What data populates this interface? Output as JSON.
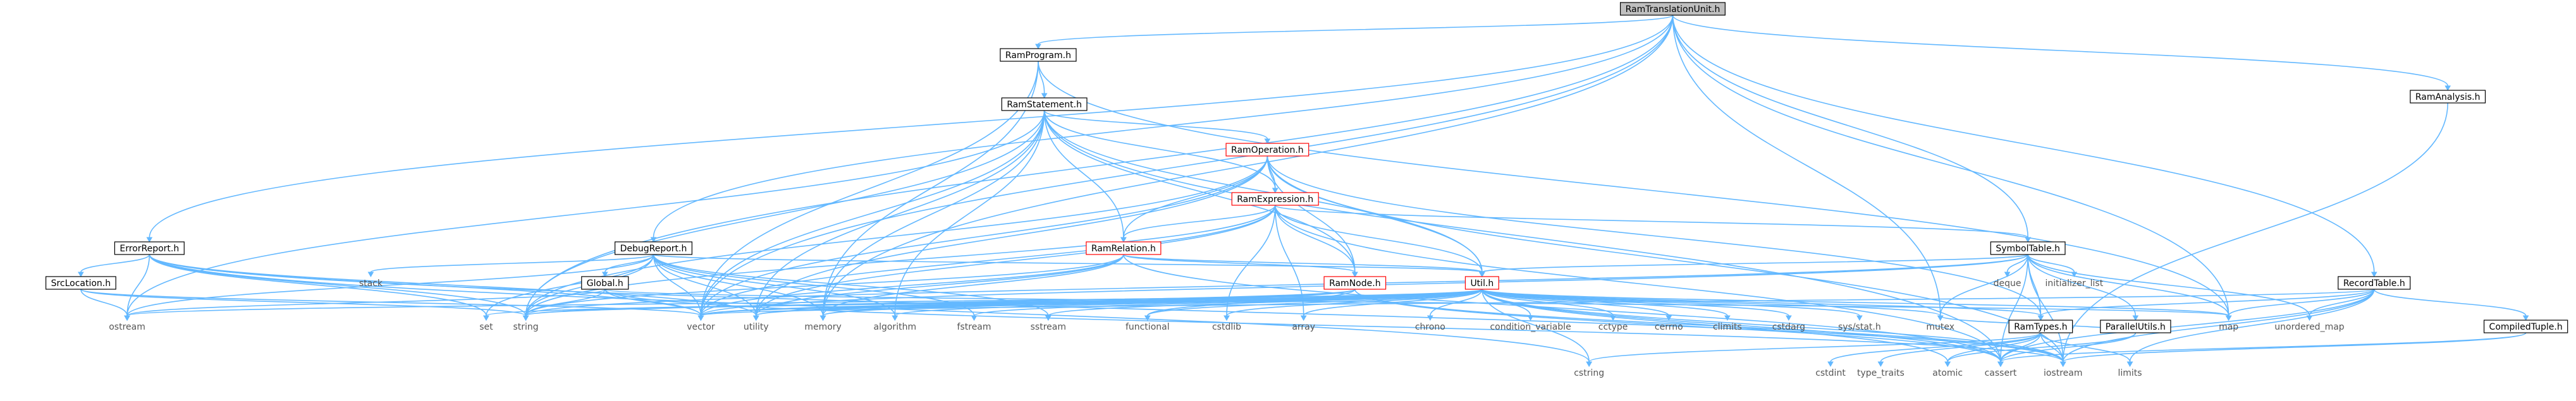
{
  "graph": {
    "nodes": [
      {
        "id": "root",
        "label": "RamTranslationUnit.h",
        "kind": "root"
      },
      {
        "id": "prog",
        "label": "RamProgram.h",
        "kind": "box"
      },
      {
        "id": "err",
        "label": "ErrorReport.h",
        "kind": "box"
      },
      {
        "id": "dbg",
        "label": "DebugReport.h",
        "kind": "box"
      },
      {
        "id": "sym",
        "label": "SymbolTable.h",
        "kind": "box"
      },
      {
        "id": "rec",
        "label": "RecordTable.h",
        "kind": "box"
      },
      {
        "id": "ana",
        "label": "RamAnalysis.h",
        "kind": "box"
      },
      {
        "id": "stmt",
        "label": "RamStatement.h",
        "kind": "box"
      },
      {
        "id": "op",
        "label": "RamOperation.h",
        "kind": "red"
      },
      {
        "id": "expr",
        "label": "RamExpression.h",
        "kind": "red"
      },
      {
        "id": "rel",
        "label": "RamRelation.h",
        "kind": "red"
      },
      {
        "id": "node",
        "label": "RamNode.h",
        "kind": "red"
      },
      {
        "id": "util",
        "label": "Util.h",
        "kind": "red"
      },
      {
        "id": "srcloc",
        "label": "SrcLocation.h",
        "kind": "box"
      },
      {
        "id": "glob",
        "label": "Global.h",
        "kind": "box"
      },
      {
        "id": "types",
        "label": "RamTypes.h",
        "kind": "box"
      },
      {
        "id": "par",
        "label": "ParallelUtils.h",
        "kind": "box"
      },
      {
        "id": "comp",
        "label": "CompiledTuple.h",
        "kind": "box"
      },
      {
        "id": "stack",
        "label": "stack",
        "kind": "sys"
      },
      {
        "id": "deque",
        "label": "deque",
        "kind": "sys"
      },
      {
        "id": "initl",
        "label": "initializer_list",
        "kind": "sys"
      },
      {
        "id": "ostream",
        "label": "ostream",
        "kind": "sys"
      },
      {
        "id": "set",
        "label": "set",
        "kind": "sys"
      },
      {
        "id": "string",
        "label": "string",
        "kind": "sys"
      },
      {
        "id": "vector",
        "label": "vector",
        "kind": "sys"
      },
      {
        "id": "utility",
        "label": "utility",
        "kind": "sys"
      },
      {
        "id": "memory",
        "label": "memory",
        "kind": "sys"
      },
      {
        "id": "algorithm",
        "label": "algorithm",
        "kind": "sys"
      },
      {
        "id": "fstream",
        "label": "fstream",
        "kind": "sys"
      },
      {
        "id": "sstream",
        "label": "sstream",
        "kind": "sys"
      },
      {
        "id": "functional",
        "label": "functional",
        "kind": "sys"
      },
      {
        "id": "cstdlib",
        "label": "cstdlib",
        "kind": "sys"
      },
      {
        "id": "array",
        "label": "array",
        "kind": "sys"
      },
      {
        "id": "chrono",
        "label": "chrono",
        "kind": "sys"
      },
      {
        "id": "condvar",
        "label": "condition_variable",
        "kind": "sys"
      },
      {
        "id": "cctype",
        "label": "cctype",
        "kind": "sys"
      },
      {
        "id": "cerrno",
        "label": "cerrno",
        "kind": "sys"
      },
      {
        "id": "climits",
        "label": "climits",
        "kind": "sys"
      },
      {
        "id": "cstdarg",
        "label": "cstdarg",
        "kind": "sys"
      },
      {
        "id": "sysstat",
        "label": "sys/stat.h",
        "kind": "sys"
      },
      {
        "id": "mutex",
        "label": "mutex",
        "kind": "sys"
      },
      {
        "id": "map",
        "label": "map",
        "kind": "sys"
      },
      {
        "id": "umap",
        "label": "unordered_map",
        "kind": "sys"
      },
      {
        "id": "cstring",
        "label": "cstring",
        "kind": "sys"
      },
      {
        "id": "cstdint",
        "label": "cstdint",
        "kind": "sys"
      },
      {
        "id": "typetraits",
        "label": "type_traits",
        "kind": "sys"
      },
      {
        "id": "atomic",
        "label": "atomic",
        "kind": "sys"
      },
      {
        "id": "cassert",
        "label": "cassert",
        "kind": "sys"
      },
      {
        "id": "iostream",
        "label": "iostream",
        "kind": "sys"
      },
      {
        "id": "limits",
        "label": "limits",
        "kind": "sys"
      }
    ],
    "edges": [
      [
        "root",
        "prog"
      ],
      [
        "root",
        "err"
      ],
      [
        "root",
        "dbg"
      ],
      [
        "root",
        "sym"
      ],
      [
        "root",
        "rec"
      ],
      [
        "root",
        "ana"
      ],
      [
        "root",
        "memory"
      ],
      [
        "root",
        "map"
      ],
      [
        "root",
        "mutex"
      ],
      [
        "root",
        "vector"
      ],
      [
        "root",
        "string"
      ],
      [
        "prog",
        "stmt"
      ],
      [
        "prog",
        "vector"
      ],
      [
        "prog",
        "memory"
      ],
      [
        "prog",
        "map"
      ],
      [
        "stmt",
        "op"
      ],
      [
        "stmt",
        "expr"
      ],
      [
        "stmt",
        "rel"
      ],
      [
        "stmt",
        "node"
      ],
      [
        "stmt",
        "util"
      ],
      [
        "stmt",
        "ostream"
      ],
      [
        "stmt",
        "vector"
      ],
      [
        "stmt",
        "utility"
      ],
      [
        "stmt",
        "memory"
      ],
      [
        "stmt",
        "algorithm"
      ],
      [
        "stmt",
        "cassert"
      ],
      [
        "stmt",
        "string"
      ],
      [
        "op",
        "expr"
      ],
      [
        "op",
        "rel"
      ],
      [
        "op",
        "node"
      ],
      [
        "op",
        "util"
      ],
      [
        "op",
        "types"
      ],
      [
        "op",
        "vector"
      ],
      [
        "op",
        "utility"
      ],
      [
        "op",
        "string"
      ],
      [
        "op",
        "iostream"
      ],
      [
        "expr",
        "rel"
      ],
      [
        "expr",
        "node"
      ],
      [
        "expr",
        "util"
      ],
      [
        "expr",
        "sym"
      ],
      [
        "expr",
        "vector"
      ],
      [
        "expr",
        "string"
      ],
      [
        "expr",
        "cassert"
      ],
      [
        "expr",
        "utility"
      ],
      [
        "expr",
        "array"
      ],
      [
        "expr",
        "cstdlib"
      ],
      [
        "rel",
        "node"
      ],
      [
        "rel",
        "util"
      ],
      [
        "rel",
        "string"
      ],
      [
        "rel",
        "vector"
      ],
      [
        "rel",
        "memory"
      ],
      [
        "rel",
        "utility"
      ],
      [
        "rel",
        "cassert"
      ],
      [
        "node",
        "vector"
      ],
      [
        "node",
        "string"
      ],
      [
        "node",
        "utility"
      ],
      [
        "node",
        "memory"
      ],
      [
        "node",
        "functional"
      ],
      [
        "node",
        "cassert"
      ],
      [
        "node",
        "iostream"
      ],
      [
        "util",
        "ostream"
      ],
      [
        "util",
        "set"
      ],
      [
        "util",
        "string"
      ],
      [
        "util",
        "vector"
      ],
      [
        "util",
        "utility"
      ],
      [
        "util",
        "memory"
      ],
      [
        "util",
        "algorithm"
      ],
      [
        "util",
        "fstream"
      ],
      [
        "util",
        "sstream"
      ],
      [
        "util",
        "functional"
      ],
      [
        "util",
        "cstdlib"
      ],
      [
        "util",
        "array"
      ],
      [
        "util",
        "chrono"
      ],
      [
        "util",
        "condvar"
      ],
      [
        "util",
        "cctype"
      ],
      [
        "util",
        "cerrno"
      ],
      [
        "util",
        "climits"
      ],
      [
        "util",
        "cstdarg"
      ],
      [
        "util",
        "sysstat"
      ],
      [
        "util",
        "mutex"
      ],
      [
        "util",
        "map"
      ],
      [
        "util",
        "types"
      ],
      [
        "util",
        "iostream"
      ],
      [
        "util",
        "cassert"
      ],
      [
        "util",
        "cstring"
      ],
      [
        "util",
        "atomic"
      ],
      [
        "err",
        "srcloc"
      ],
      [
        "err",
        "ostream"
      ],
      [
        "err",
        "set"
      ],
      [
        "err",
        "string"
      ],
      [
        "err",
        "vector"
      ],
      [
        "err",
        "utility"
      ],
      [
        "err",
        "iostream"
      ],
      [
        "err",
        "cstring"
      ],
      [
        "srcloc",
        "ostream"
      ],
      [
        "srcloc",
        "string"
      ],
      [
        "srcloc",
        "vector"
      ],
      [
        "dbg",
        "stack"
      ],
      [
        "dbg",
        "glob"
      ],
      [
        "dbg",
        "util"
      ],
      [
        "dbg",
        "ostream"
      ],
      [
        "dbg",
        "set"
      ],
      [
        "dbg",
        "string"
      ],
      [
        "dbg",
        "vector"
      ],
      [
        "dbg",
        "utility"
      ],
      [
        "dbg",
        "memory"
      ],
      [
        "dbg",
        "fstream"
      ],
      [
        "dbg",
        "sstream"
      ],
      [
        "dbg",
        "algorithm"
      ],
      [
        "glob",
        "string"
      ],
      [
        "glob",
        "vector"
      ],
      [
        "glob",
        "map"
      ],
      [
        "glob",
        "ostream"
      ],
      [
        "glob",
        "iostream"
      ],
      [
        "sym",
        "util"
      ],
      [
        "sym",
        "par"
      ],
      [
        "sym",
        "types"
      ],
      [
        "sym",
        "deque"
      ],
      [
        "sym",
        "initl"
      ],
      [
        "sym",
        "umap"
      ],
      [
        "sym",
        "vector"
      ],
      [
        "sym",
        "string"
      ],
      [
        "sym",
        "map"
      ],
      [
        "sym",
        "cassert"
      ],
      [
        "sym",
        "iostream"
      ],
      [
        "sym",
        "mutex"
      ],
      [
        "par",
        "atomic"
      ],
      [
        "par",
        "mutex"
      ],
      [
        "par",
        "cassert"
      ],
      [
        "types",
        "cstring"
      ],
      [
        "types",
        "cstdint"
      ],
      [
        "types",
        "typetraits"
      ],
      [
        "types",
        "limits"
      ],
      [
        "types",
        "atomic"
      ],
      [
        "types",
        "cassert"
      ],
      [
        "types",
        "iostream"
      ],
      [
        "rec",
        "comp"
      ],
      [
        "rec",
        "types"
      ],
      [
        "rec",
        "map"
      ],
      [
        "rec",
        "umap"
      ],
      [
        "rec",
        "vector"
      ],
      [
        "rec",
        "limits"
      ],
      [
        "rec",
        "cassert"
      ],
      [
        "rec",
        "iostream"
      ],
      [
        "comp",
        "iostream"
      ],
      [
        "comp",
        "cassert"
      ],
      [
        "ana",
        "iostream"
      ]
    ]
  }
}
